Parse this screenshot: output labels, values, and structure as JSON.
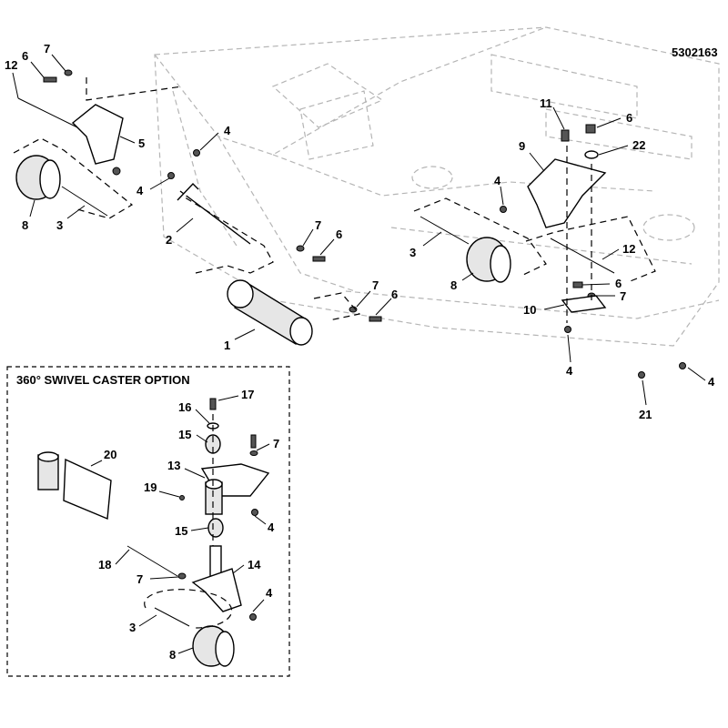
{
  "part_number": "5302163",
  "inset": {
    "title": "360° SWIVEL CASTER OPTION"
  },
  "callouts": {
    "c_12a": "12",
    "c_6a": "6",
    "c_7a": "7",
    "c_5": "5",
    "c_4a": "4",
    "c_4b": "4",
    "c_8a": "8",
    "c_3a": "3",
    "c_2": "2",
    "c_7b": "7",
    "c_6b": "6",
    "c_1": "1",
    "c_7c": "7",
    "c_6c": "6",
    "c_11": "11",
    "c_6d": "6",
    "c_9": "9",
    "c_22": "22",
    "c_4c": "4",
    "c_3b": "3",
    "c_8b": "8",
    "c_12b": "12",
    "c_6e": "6",
    "c_7d": "7",
    "c_10": "10",
    "c_4d": "4",
    "c_4e": "4",
    "c_21": "21",
    "i_17": "17",
    "i_16": "16",
    "i_15a": "15",
    "i_7a": "7",
    "i_20": "20",
    "i_13": "13",
    "i_19": "19",
    "i_4a": "4",
    "i_15b": "15",
    "i_18": "18",
    "i_14": "14",
    "i_7b": "7",
    "i_4b": "4",
    "i_3": "3",
    "i_8": "8"
  }
}
